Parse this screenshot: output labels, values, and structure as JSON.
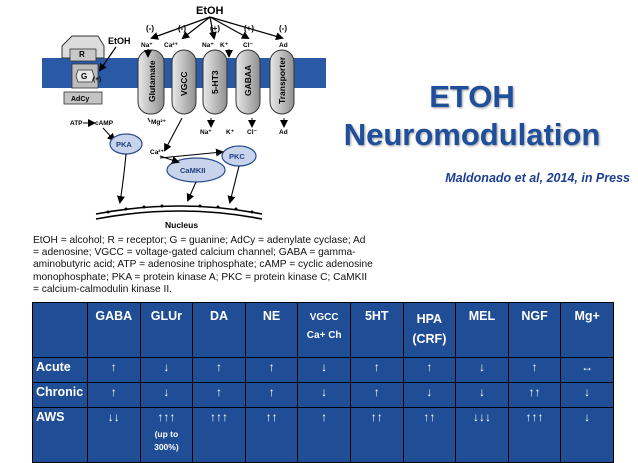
{
  "diagram": {
    "etoh_top": "EtOH",
    "etoh_left": "EtOH",
    "signs": [
      "(-)",
      "(-)",
      "(+)",
      "(+)",
      "(-)"
    ],
    "ions_top": [
      "Na⁺",
      "Ca²⁺",
      "Na⁺",
      "K⁺",
      "Cl⁻",
      "Ad"
    ],
    "ions_bottom": [
      "Na⁺",
      "K⁺",
      "Cl⁻",
      "Ad"
    ],
    "receptor_r": "R",
    "receptor_g": "G",
    "receptor_plus": "(+)",
    "adcy": "AdCy",
    "atp": "ATP",
    "camp": "cAMP",
    "mg": "Mg²⁺",
    "ca": "Ca²⁺",
    "channels": [
      "Glutamate",
      "VGCC",
      "5-HT3",
      "GABAA",
      "Transporter"
    ],
    "pka": "PKA",
    "camkii": "CaMKII",
    "pkc": "PKC",
    "nucleus": "Nucleus"
  },
  "title": {
    "line1": "ETOH",
    "line2": "Neuromodulation"
  },
  "citation": "Maldonado et al, 2014, in Press",
  "legend": {
    "lines": [
      "EtOH = alcohol; R = receptor; G = guanine; AdCy = adenylate cyclase; Ad",
      "= adenosine; VGCC = voltage-gated calcium channel; GABA = gamma-",
      "aminobutyric acid; ATP = adenosine triphosphate; cAMP = cyclic adenosine",
      "monophosphate; PKA = protein kinase A; PKC = protein kinase C; CaMKII",
      "= calcium-calmodulin kinase II."
    ]
  },
  "table": {
    "columns": [
      "GABA",
      "GLUr",
      "DA",
      "NE",
      "VGCC Ca+ Ch",
      "5HT",
      "HPA (CRF)",
      "MEL",
      "NGF",
      "Mg+"
    ],
    "rows": [
      {
        "label": "Acute",
        "cells": [
          "↑",
          "↓",
          "↑",
          "↑",
          "↓",
          "↑",
          "↑",
          "↓",
          "↑",
          "↔"
        ],
        "note": ""
      },
      {
        "label": "Chronic",
        "cells": [
          "↑",
          "↓",
          "↑",
          "↑",
          "↓",
          "↑",
          "↓",
          "↓",
          "↑↑",
          "↓"
        ],
        "note": ""
      },
      {
        "label": "AWS",
        "cells": [
          "↓↓",
          "↑↑↑",
          "↑↑↑",
          "↑↑",
          "↑",
          "↑↑",
          "↑↑",
          "↓↓↓",
          "↑↑↑",
          "↓"
        ],
        "note": "(up to 300%)"
      }
    ]
  },
  "colors": {
    "title": "#1f4e9b",
    "citation": "#1f3f93",
    "table_bg": "#1f4e96",
    "membrane": "#2a5aa6"
  }
}
